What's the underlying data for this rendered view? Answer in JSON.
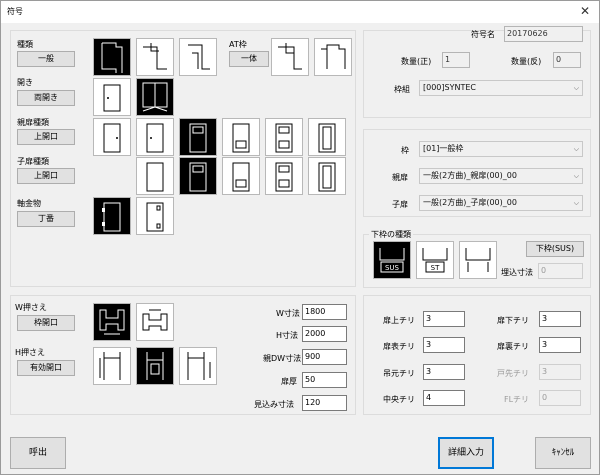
{
  "window": {
    "title": "符号",
    "close": "✕"
  },
  "left": {
    "kind_label": "種類",
    "kind_btn": "一般",
    "open_label": "開き",
    "open_btn": "両開き",
    "parent_label": "親扉種類",
    "parent_btn": "上開口",
    "child_label": "子扉種類",
    "child_btn": "上開口",
    "hinge_label": "軸金物",
    "hinge_btn": "丁番",
    "at_label": "AT枠",
    "at_btn": "一体"
  },
  "right_top": {
    "code_label": "符号名",
    "code_value": "20170626",
    "qty_pos_label": "数量(正)",
    "qty_pos_value": "1",
    "qty_neg_label": "数量(反)",
    "qty_neg_value": "0",
    "frame_group_label": "枠組",
    "frame_group_value": "[000]SYNTEC"
  },
  "right_mid": {
    "frame_label": "枠",
    "frame_value": "[01]一般枠",
    "parent_door_label": "親扉",
    "parent_door_value": "一般(2方曲)_親扉(00)_00",
    "child_door_label": "子扉",
    "child_door_value": "一般(2方曲)_子扉(00)_00"
  },
  "lower_frame": {
    "title": "下枠の種類",
    "type_btn": "下枠(SUS)",
    "embed_label": "埋込寸法",
    "embed_value": "0",
    "tile1_text": "SUS",
    "tile2_text": "ST"
  },
  "dims": {
    "w_press_label": "W押さえ",
    "w_press_btn": "枠開口",
    "h_press_label": "H押さえ",
    "h_press_btn": "有効開口",
    "w_dim_label": "W寸法",
    "w_dim_value": "1800",
    "h_dim_label": "H寸法",
    "h_dim_value": "2000",
    "pw_dim_label": "親DW寸法",
    "pw_dim_value": "900",
    "thick_label": "扉厚",
    "thick_value": "50",
    "view_label": "見込み寸法",
    "view_value": "120"
  },
  "chiri": {
    "top_label": "扉上チリ",
    "top_value": "3",
    "bottom_label": "扉下チリ",
    "bottom_value": "3",
    "front_label": "扉表チリ",
    "front_value": "3",
    "back_label": "扉裏チリ",
    "back_value": "3",
    "hang_label": "吊元チリ",
    "hang_value": "3",
    "tip_label": "戸先チリ",
    "tip_value": "3",
    "center_label": "中央チリ",
    "center_value": "4",
    "fl_label": "FLチリ",
    "fl_value": "0"
  },
  "footer": {
    "call_btn": "呼出",
    "detail_btn": "詳細入力",
    "cancel_btn": "ｷｬﾝｾﾙ"
  }
}
